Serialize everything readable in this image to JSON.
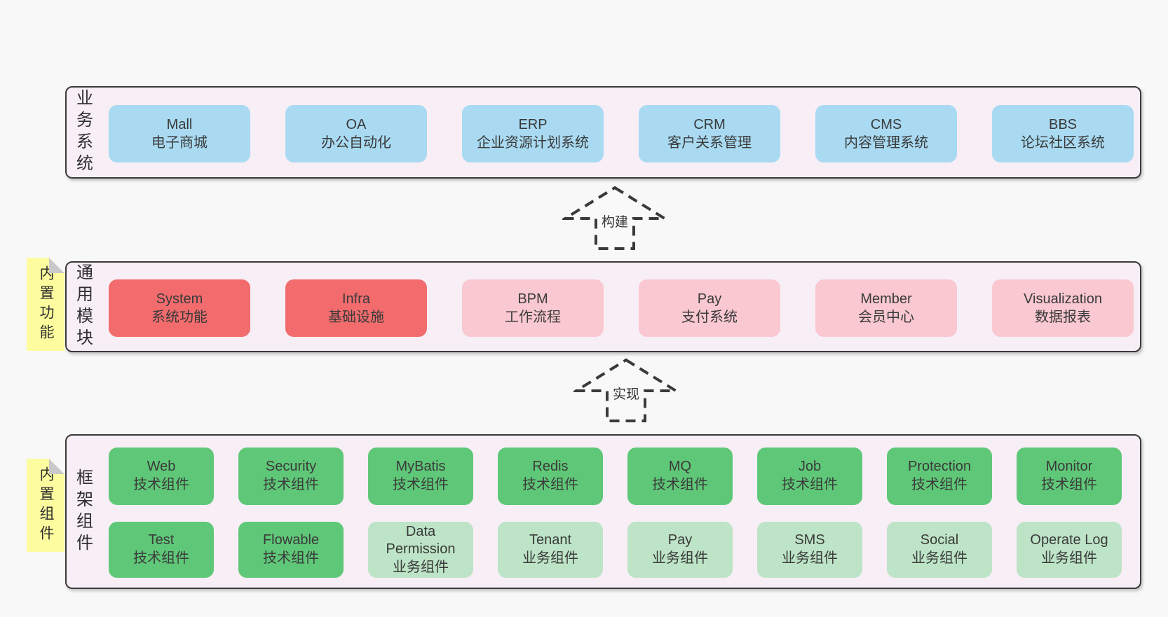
{
  "colors": {
    "page_bg": "#f8f8f8",
    "layer_bg": "#f8eef6",
    "layer_border": "#3a3a3a",
    "box_blue": "#a9daf2",
    "box_red": "#f26c6e",
    "box_pink": "#f9c8d1",
    "box_green": "#5fc878",
    "box_light_green": "#bde4c6",
    "note_yellow": "#fdfc9e",
    "note_fold_gray": "#c9c9c9",
    "text": "#3a3a3a"
  },
  "layers": [
    {
      "label": "业务系统",
      "boxes": [
        {
          "en": "Mall",
          "zh": "电子商城"
        },
        {
          "en": "OA",
          "zh": "办公自动化"
        },
        {
          "en": "ERP",
          "zh": "企业资源计划系统"
        },
        {
          "en": "CRM",
          "zh": "客户关系管理"
        },
        {
          "en": "CMS",
          "zh": "内容管理系统"
        },
        {
          "en": "BBS",
          "zh": "论坛社区系统"
        }
      ]
    },
    {
      "label": "通用模块",
      "note": "内置功能",
      "boxes": [
        {
          "en": "System",
          "zh": "系统功能"
        },
        {
          "en": "Infra",
          "zh": "基础设施"
        },
        {
          "en": "BPM",
          "zh": "工作流程"
        },
        {
          "en": "Pay",
          "zh": "支付系统"
        },
        {
          "en": "Member",
          "zh": "会员中心"
        },
        {
          "en": "Visualization",
          "zh": "数据报表"
        }
      ]
    },
    {
      "label": "框架组件",
      "note": "内置组件",
      "rows": [
        [
          {
            "en": "Web",
            "zh": "技术组件"
          },
          {
            "en": "Security",
            "zh": "技术组件"
          },
          {
            "en": "MyBatis",
            "zh": "技术组件"
          },
          {
            "en": "Redis",
            "zh": "技术组件"
          },
          {
            "en": "MQ",
            "zh": "技术组件"
          },
          {
            "en": "Job",
            "zh": "技术组件"
          },
          {
            "en": "Protection",
            "zh": "技术组件"
          },
          {
            "en": "Monitor",
            "zh": "技术组件"
          }
        ],
        [
          {
            "en": "Test",
            "zh": "技术组件"
          },
          {
            "en": "Flowable",
            "zh": "技术组件"
          },
          {
            "en": "Data Permission",
            "zh": "业务组件"
          },
          {
            "en": "Tenant",
            "zh": "业务组件"
          },
          {
            "en": "Pay",
            "zh": "业务组件"
          },
          {
            "en": "SMS",
            "zh": "业务组件"
          },
          {
            "en": "Social",
            "zh": "业务组件"
          },
          {
            "en": "Operate Log",
            "zh": "业务组件"
          }
        ]
      ]
    }
  ],
  "arrows": [
    {
      "label": "构建"
    },
    {
      "label": "实现"
    }
  ]
}
